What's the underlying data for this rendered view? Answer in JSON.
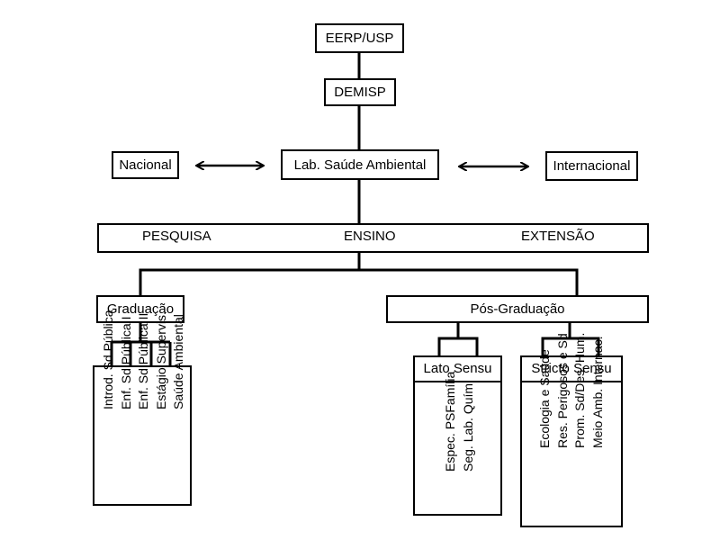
{
  "nodes": {
    "root": "EERP/USP",
    "dept": "DEMISP",
    "lab": "Lab. Saúde Ambiental",
    "left_partner": "Nacional",
    "right_partner": "Internacional"
  },
  "activities": {
    "research": "PESQUISA",
    "teaching": "ENSINO",
    "extension": "EXTENSÃO"
  },
  "undergrad": {
    "title": "Graduação",
    "items": [
      "Introd. Sd Pública",
      "Enf. Sd Pública I",
      "Enf. Sd Pública II",
      "Estágio Supervis.",
      "Saúde Ambiental"
    ]
  },
  "postgrad": {
    "title": "Pós-Graduação",
    "lato": {
      "title": "Lato Sensu",
      "items": [
        "Espec. PSFamília",
        "Seg. Lab. Quím."
      ]
    },
    "stricto": {
      "title": "Stricto Sensu",
      "items": [
        "Ecologia e Saúde",
        "Res. Perigosos e Sd",
        "Prom. Sd/Des. Hum.",
        "Meio Amb. Internac."
      ]
    }
  }
}
